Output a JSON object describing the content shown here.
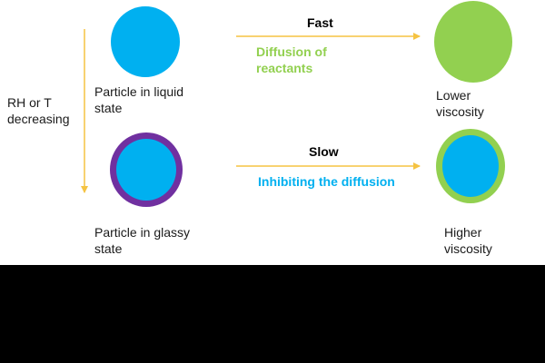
{
  "axis": {
    "label": "RH or T\ndecreasing"
  },
  "top_row": {
    "particle_label": "Particle in liquid\nstate",
    "rate_label": "Fast",
    "process_label": "Diffusion of\nreactants",
    "result_label": "Lower\nviscosity"
  },
  "bottom_row": {
    "particle_label": "Particle in glassy\nstate",
    "rate_label": "Slow",
    "process_label": "Inhibiting the diffusion",
    "result_label": "Higher\nviscosity"
  },
  "colors": {
    "particle_blue": "#00b0f0",
    "glassy_shell_purple": "#7030a0",
    "lower_viscosity_green": "#92d050",
    "arrow_yellow": "#f5c342",
    "process_top_text": "#92d050",
    "process_bottom_text": "#00b0f0"
  }
}
